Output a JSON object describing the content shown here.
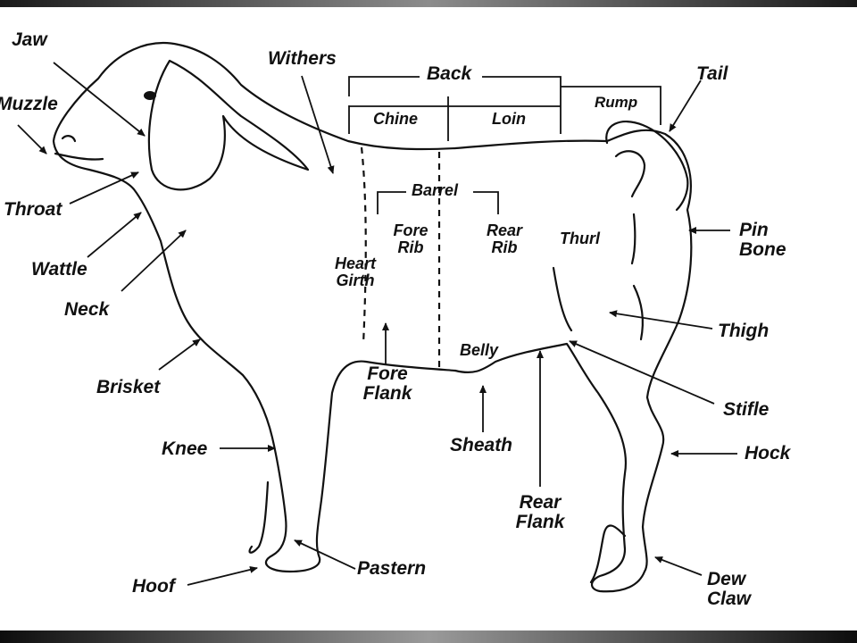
{
  "labels": {
    "jaw": "Jaw",
    "muzzle": "Muzzle",
    "throat": "Throat",
    "wattle": "Wattle",
    "neck": "Neck",
    "brisket": "Brisket",
    "knee": "Knee",
    "hoof": "Hoof",
    "pastern": "Pastern",
    "withers": "Withers",
    "back": "Back",
    "chine": "Chine",
    "loin": "Loin",
    "rump": "Rump",
    "tail": "Tail",
    "barrel": "Barrel",
    "fore_rib_1": "Fore",
    "fore_rib_2": "Rib",
    "rear_rib_1": "Rear",
    "rear_rib_2": "Rib",
    "heart_girth_1": "Heart",
    "heart_girth_2": "Girth",
    "thurl": "Thurl",
    "pin_bone_1": "Pin",
    "pin_bone_2": "Bone",
    "thigh": "Thigh",
    "belly": "Belly",
    "fore_flank_1": "Fore",
    "fore_flank_2": "Flank",
    "stifle": "Stifle",
    "sheath": "Sheath",
    "hock": "Hock",
    "rear_flank_1": "Rear",
    "rear_flank_2": "Flank",
    "dew_claw_1": "Dew",
    "dew_claw_2": "Claw"
  },
  "colors": {
    "ink": "#111111",
    "frame_dark": "#1a1a1a",
    "frame_light": "#9a9a9a"
  }
}
